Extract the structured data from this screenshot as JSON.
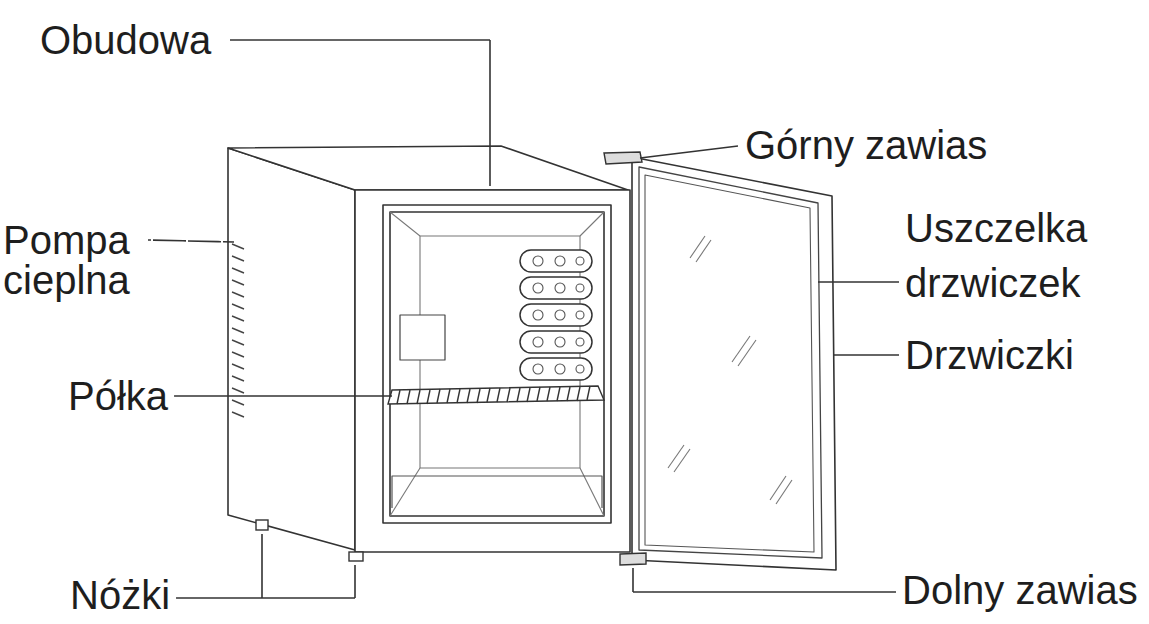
{
  "diagram": {
    "labels": [
      "Obudowa",
      "Górny zawias",
      "Pompa cieplna",
      "Uszczelka drzwiczek",
      "Drzwiczki",
      "Półka",
      "Nóżki",
      "Dolny zawias"
    ]
  }
}
